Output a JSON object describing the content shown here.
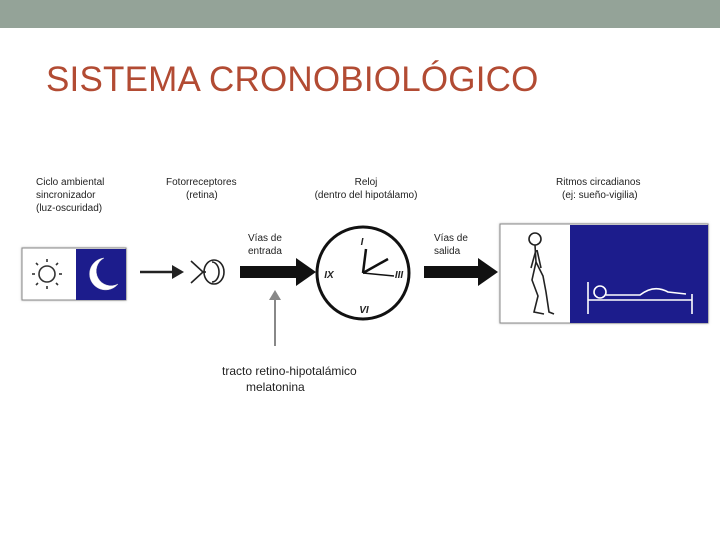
{
  "slide": {
    "title": "SISTEMA CRONOBIOLÓGICO",
    "accent_color": "#b24b33",
    "topbar_color": "#94a398"
  },
  "diagram": {
    "environment_label": [
      "Ciclo ambiental",
      "sincronizador",
      "(luz-oscuridad)"
    ],
    "photoreceptors_label": [
      "Fotorreceptores",
      "(retina)"
    ],
    "clock_label": [
      "Reloj",
      "(dentro del hipotálamo)"
    ],
    "rhythms_label": [
      "Ritmos circadianos",
      "(ej: sueño-vigilia)"
    ],
    "input_pathways_label": [
      "Vías de",
      "entrada"
    ],
    "output_pathways_label": [
      "Vías de",
      "salida"
    ],
    "clock_numerals": {
      "top": "I",
      "right": "III",
      "bottom": "VI",
      "left": "IX"
    },
    "night_panel_color": "#1f1f8c",
    "icons": [
      "sun-icon",
      "moon-icon",
      "eye-icon",
      "clock-icon",
      "standing-person-icon",
      "sleeping-person-icon"
    ]
  },
  "notes": {
    "line1": "tracto retino-hipotalámico",
    "line2": "melatonina"
  }
}
